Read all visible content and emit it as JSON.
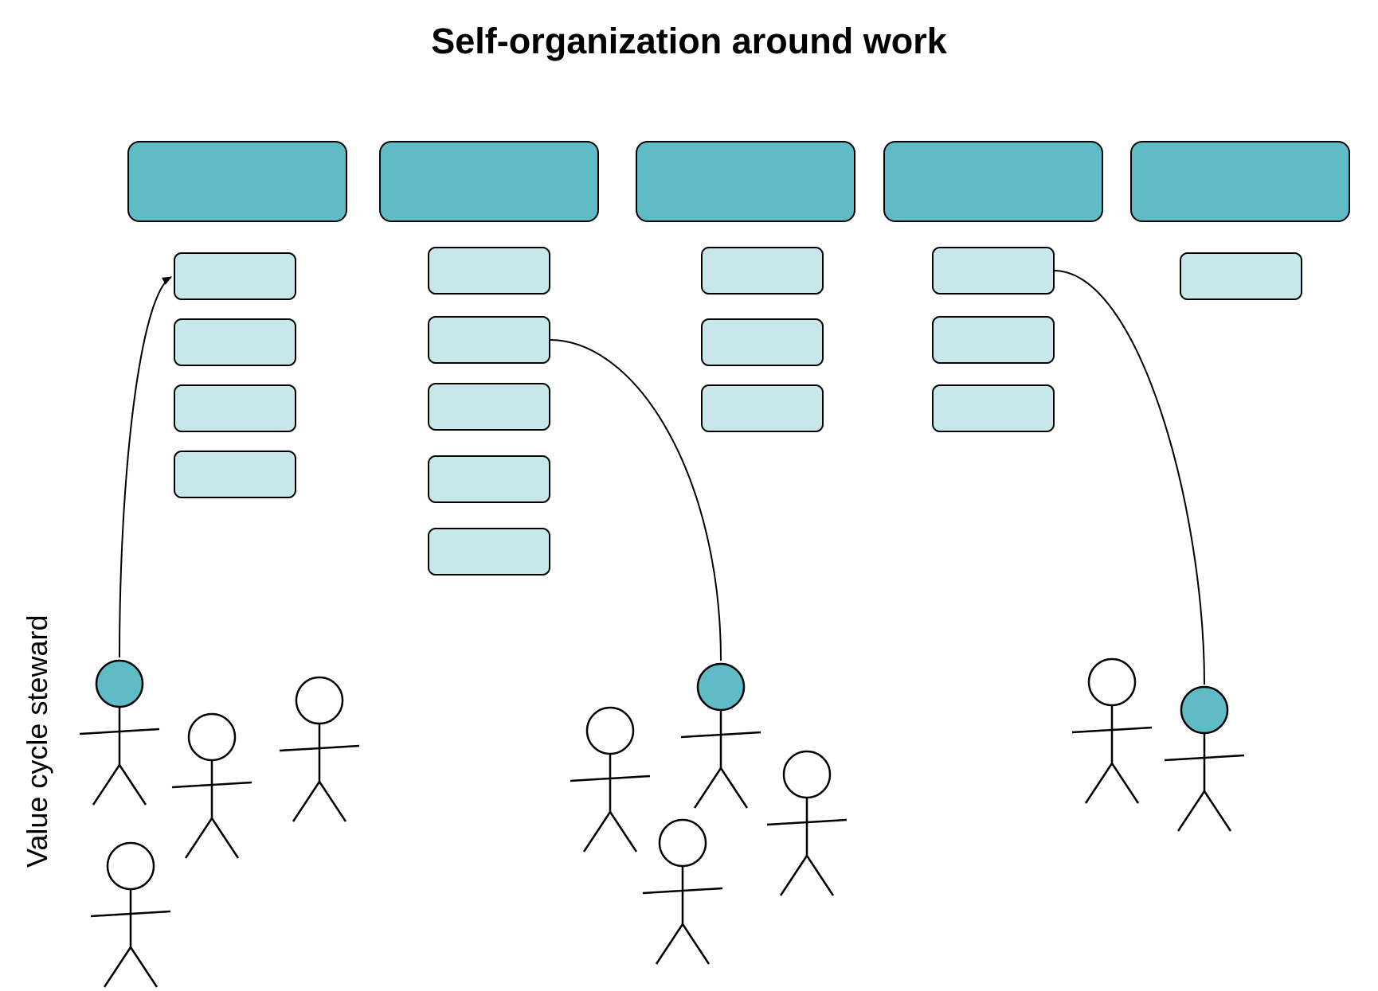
{
  "title": "Self-organization around work",
  "side_label": "Value cycle steward",
  "colors": {
    "header_fill": "#5fbcc6",
    "item_fill": "#c7e7ea",
    "steward_fill": "#5fbcc6",
    "member_fill": "#ffffff",
    "stroke": "#000000"
  },
  "columns": [
    {
      "name": "column-1",
      "items": 4
    },
    {
      "name": "column-2",
      "items": 5
    },
    {
      "name": "column-3",
      "items": 3
    },
    {
      "name": "column-4",
      "items": 3
    },
    {
      "name": "column-5",
      "items": 1
    }
  ],
  "groups": [
    {
      "name": "group-1",
      "steward_count": 1,
      "member_count": 3,
      "steward_links_to": "column-1 item 1"
    },
    {
      "name": "group-2",
      "steward_count": 1,
      "member_count": 3,
      "steward_links_to": "column-2 item 2"
    },
    {
      "name": "group-3",
      "steward_count": 1,
      "member_count": 1,
      "steward_links_to": "column-4 item 1"
    }
  ]
}
